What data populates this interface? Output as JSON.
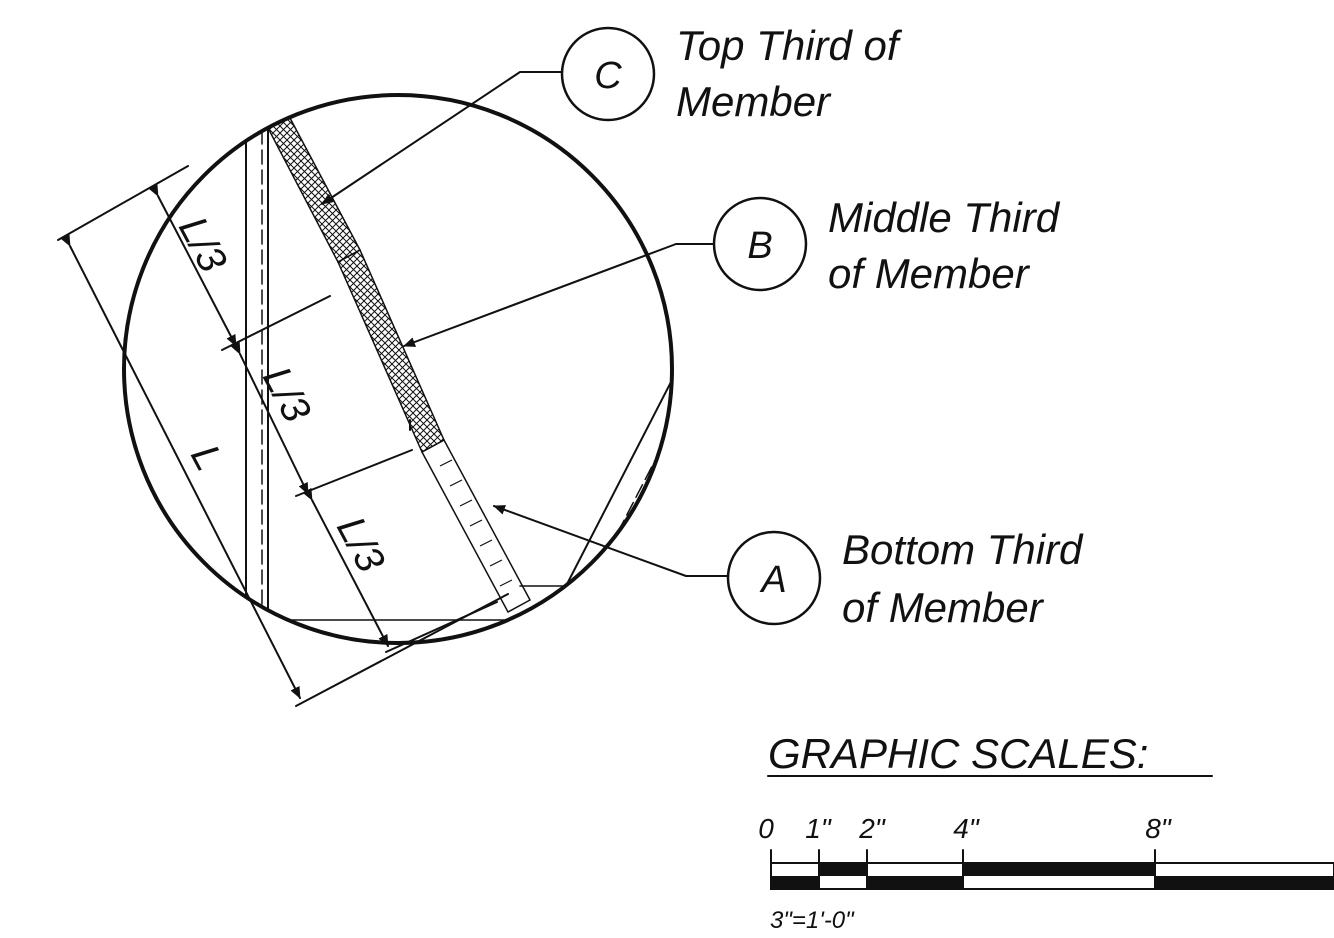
{
  "callouts": [
    {
      "id": "C",
      "letter": "C",
      "line1": "Top Third of",
      "line2": "Member"
    },
    {
      "id": "B",
      "letter": "B",
      "line1": "Middle Third",
      "line2": "of Member"
    },
    {
      "id": "A",
      "letter": "A",
      "line1": "Bottom Third",
      "line2": "of Member"
    }
  ],
  "dimensions": {
    "third_label": "L/3",
    "total_label": "L"
  },
  "scale": {
    "title": "GRAPHIC SCALES:",
    "ticks": [
      "0",
      "1\"",
      "2\"",
      "4\"",
      "8\""
    ],
    "ratio": "3\"=1'-0\""
  }
}
